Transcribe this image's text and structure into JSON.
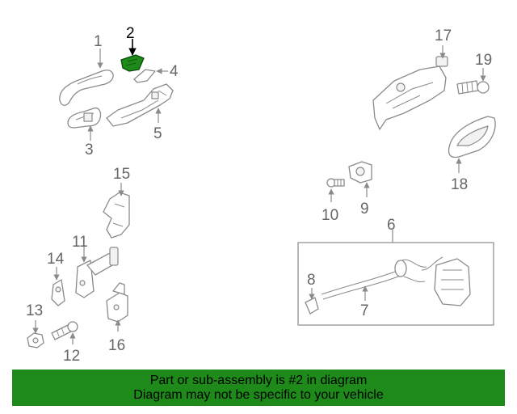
{
  "diagram": {
    "highlight_color": "#1d8a1a",
    "callouts": [
      "1",
      "2",
      "3",
      "4",
      "5",
      "6",
      "7",
      "8",
      "9",
      "10",
      "11",
      "12",
      "13",
      "14",
      "15",
      "16",
      "17",
      "18",
      "19"
    ]
  },
  "banner": {
    "line1": "Part or sub-assembly is #2 in diagram",
    "line2": "Diagram may not be specific to your vehicle",
    "background": "#1d8a1a"
  }
}
